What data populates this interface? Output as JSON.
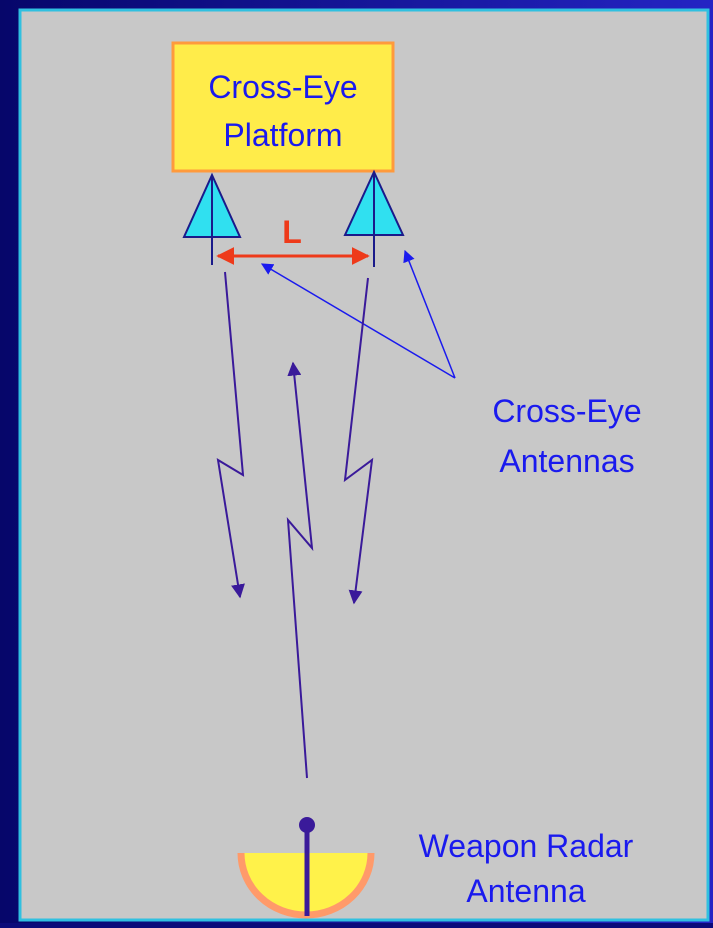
{
  "platform": {
    "line1": "Cross-Eye",
    "line2": "Platform"
  },
  "baseline_label": "L",
  "antennas_label": {
    "line1": "Cross-Eye",
    "line2": "Antennas"
  },
  "radar_label": {
    "line1": "Weapon Radar",
    "line2": "Antenna"
  },
  "colors": {
    "frame": "#1a1aa8",
    "panel": "#c8c8c8",
    "panel_border": "#30c0e0",
    "platform_fill": "#ffec4a",
    "platform_border": "#ff9a3c",
    "antenna_fill": "#30e0f0",
    "signal": "#3a1a9a",
    "callout": "#1a1aee",
    "baseline": "#ee3a1a",
    "dish_fill": "#fff24a",
    "dish_rim": "#ff9a6a"
  }
}
